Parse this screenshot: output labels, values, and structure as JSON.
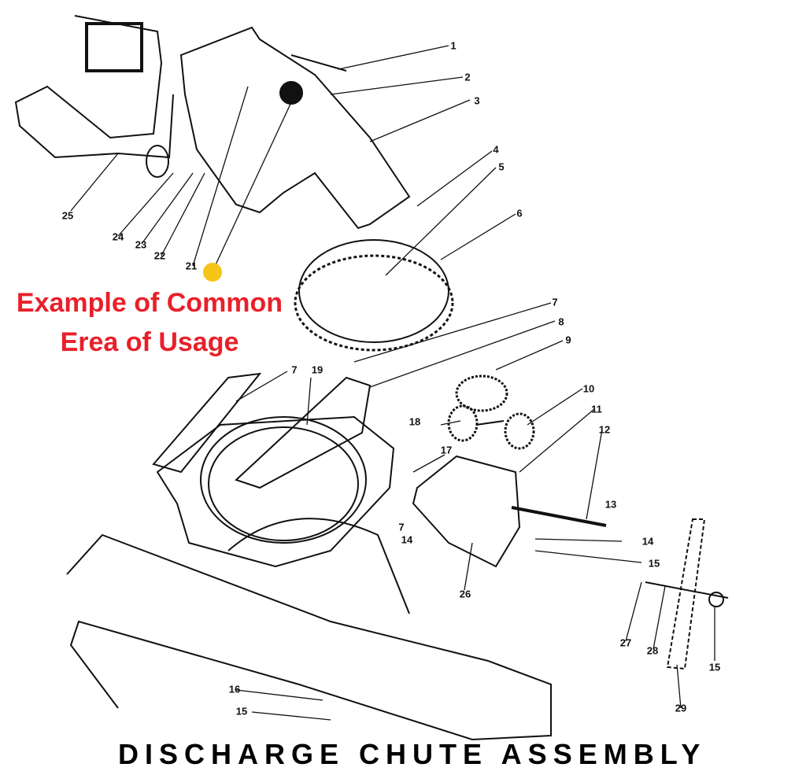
{
  "annotation": {
    "line1": "Example of Common",
    "line2": "Erea of Usage",
    "color": "#e8202a",
    "marker_color": "#f5c518"
  },
  "footer_title": "DISCHARGE CHUTE ASSEMBLY",
  "callouts": [
    "1",
    "2",
    "3",
    "4",
    "5",
    "6",
    "7",
    "8",
    "9",
    "10",
    "11",
    "12",
    "13",
    "14",
    "15",
    "15",
    "26",
    "27",
    "28",
    "15",
    "29",
    "16",
    "15",
    "7",
    "14",
    "17",
    "18",
    "19",
    "7",
    "21",
    "22",
    "23",
    "24",
    "25"
  ]
}
